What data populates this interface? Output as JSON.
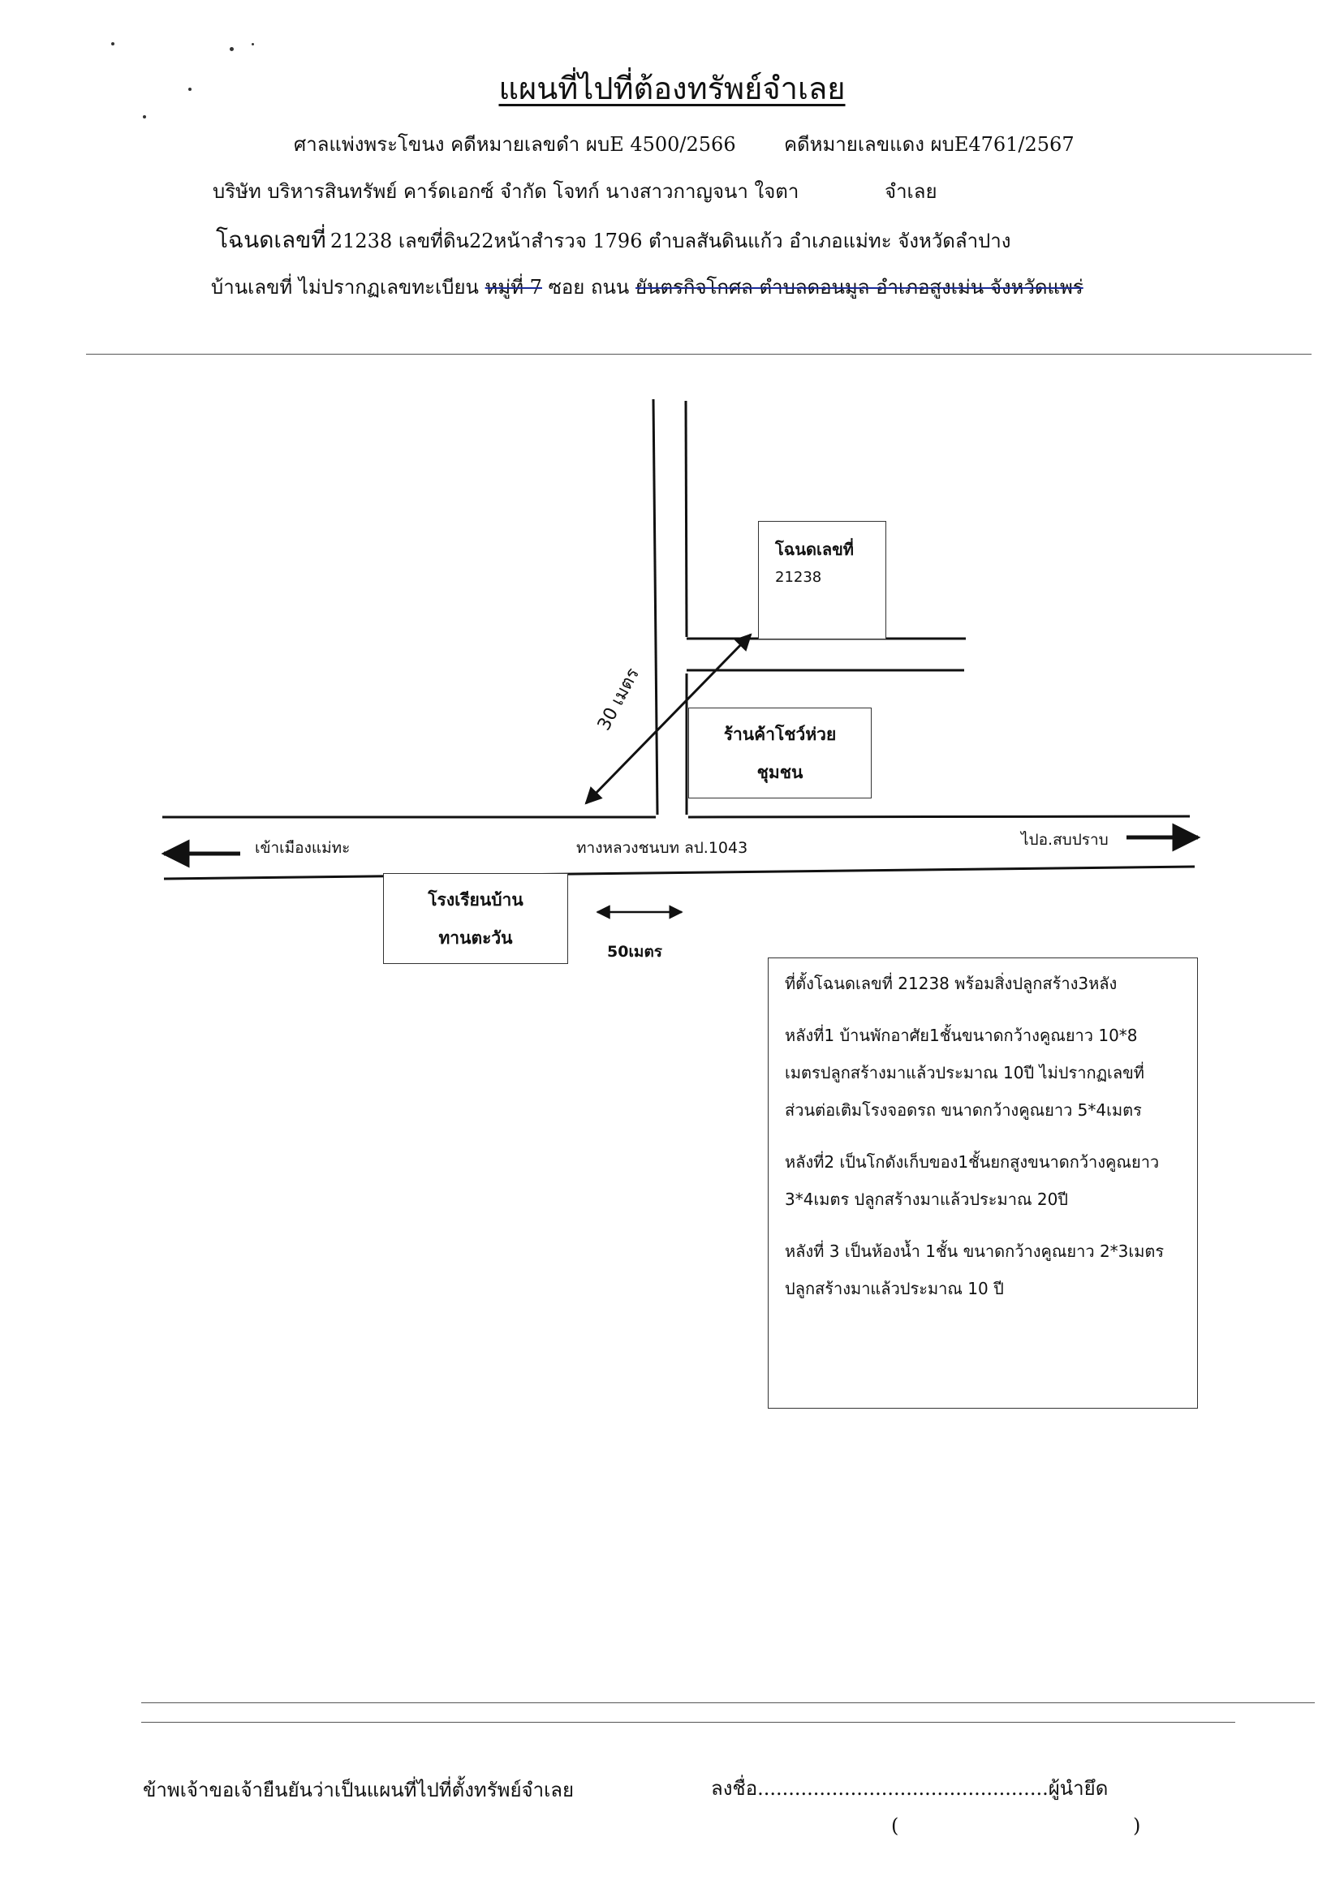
{
  "header": {
    "title": "แผนที่ไปที่ต้องทรัพย์จำเลย",
    "court_line": "ศาลแพ่งพระโขนง คดีหมายเลขดำ ผบE 4500/2566",
    "red_case": "คดีหมายเลขแดง  ผบE4761/2567",
    "plaintiff_line": "บริษัท บริหารสินทรัพย์ คาร์ดเอกซ์ จำกัด   โจทก์  นางสาวกาญจนา ใจตา",
    "defendant_label": "จำเลย",
    "deed_label": "โฉนดเลขที่",
    "deed_line_rest": "21238 เลขที่ดิน22หน้าสำรวจ 1796  ตำบลสันดินแก้ว อำเภอแม่ทะ  จังหวัดลำปาง",
    "address_prefix": "บ้านเลขที่  ไม่ปรากฏเลขทะเบียน",
    "address_moo": "หมู่ที่ 7",
    "address_mid": "ซอย  ถนน",
    "address_struck": "ยันตรกิจโกศล  ตำบลดอนมูล  อำเภอสูงเม่น   จังหวัดแพร่"
  },
  "map": {
    "deed_box_label": "โฉนดเลขที่",
    "deed_box_number": "21238",
    "shop_line1": "ร้านค้าโชว์ห่วย",
    "shop_line2": "ชุมชน",
    "distance_30": "30 เมตร",
    "road_left_label": "เข้าเมืองแม่ทะ",
    "road_name": "ทางหลวงชนบท ลป.1043",
    "road_right_label": "ไปอ.สบปราบ",
    "school_line1": "โรงเรียนบ้าน",
    "school_line2": "ทานตะวัน",
    "distance_50": "50เมตร"
  },
  "notes": {
    "line1": "ที่ตั้งโฉนดเลขที่ 21238 พร้อมสิ่งปลูกสร้าง3หลัง",
    "line2": "หลังที่1 บ้านพักอาศัย1ชั้นขนาดกว้างคูณยาว 10*8",
    "line3": "เมตรปลูกสร้างมาแล้วประมาณ 10ปี ไม่ปรากฏเลขที่",
    "line4": "ส่วนต่อเติมโรงจอดรถ ขนาดกว้างคูณยาว 5*4เมตร",
    "line5": "หลังที่2 เป็นโกดังเก็บของ1ชั้นยกสูงขนาดกว้างคูณยาว",
    "line6": "3*4เมตร ปลูกสร้างมาแล้วประมาณ 20ปี",
    "line7": "หลังที่ 3 เป็นห้องน้ำ 1ชั้น ขนาดกว้างคูณยาว 2*3เมตร",
    "line8": "ปลูกสร้างมาแล้วประมาณ 10 ปี"
  },
  "footer": {
    "statement": "ข้าพเจ้าขอเจ้ายืนยันว่าเป็นแผนที่ไปที่ตั้งทรัพย์จำเลย",
    "sign_label": "ลงชื่อ",
    "sign_dots": "...............................................",
    "sign_role": "ผู้นำยึด",
    "paren_open": "(",
    "paren_close": ")"
  },
  "colors": {
    "ink": "#111111",
    "strike": "#1a2a9a"
  }
}
